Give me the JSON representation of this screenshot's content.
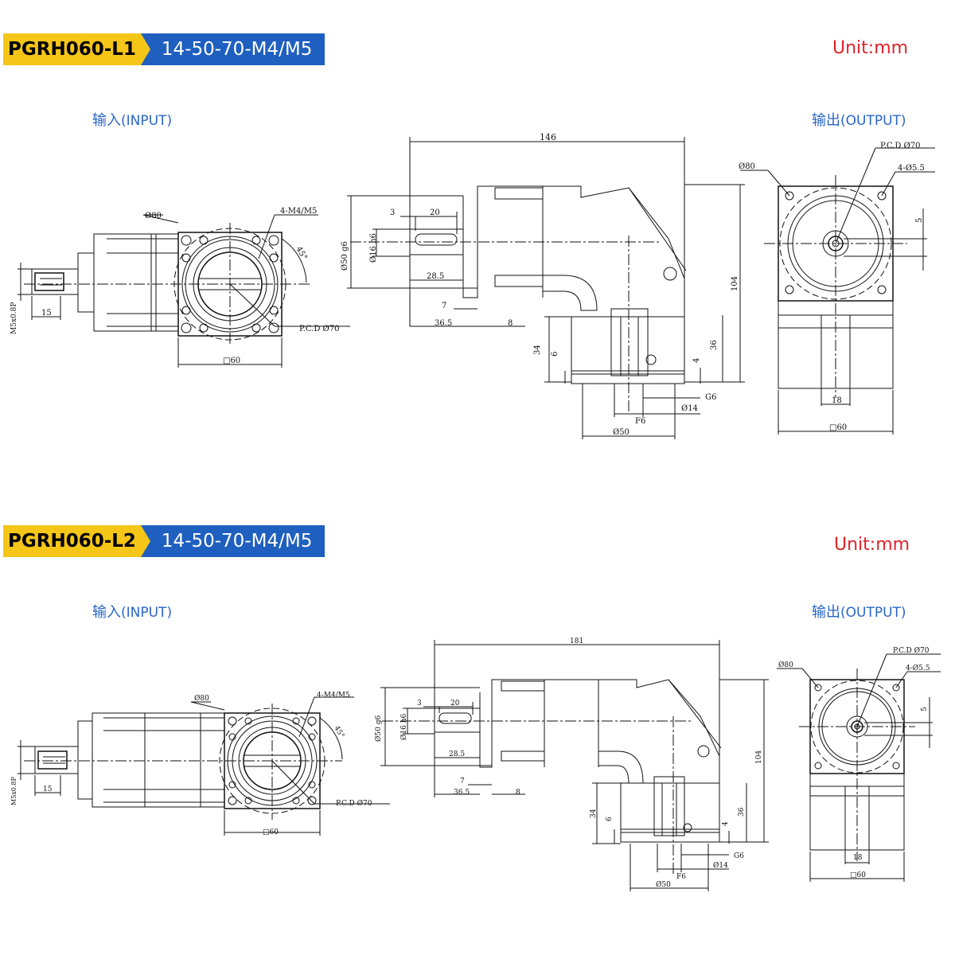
{
  "sections": [
    {
      "model": "PGRH060-L1",
      "spec": "14-50-70-M4/M5",
      "unit": "Unit:mm",
      "input_cn": "输入",
      "input_en": "(INPUT)",
      "output_cn": "输出",
      "output_en": "(OUTPUT)",
      "input_view": {
        "dia80": "Ø80",
        "screws": "4-M4/M5",
        "angle": "45°",
        "pcd": "P.C.D Ø70",
        "square": "□60",
        "len15": "15",
        "thread": "M5x0.8P"
      },
      "side_view": {
        "total": "146",
        "d3": "3",
        "d20": "20",
        "shaft": "Ø16 h6",
        "pilot": "Ø50 g6",
        "d285": "28.5",
        "d7": "7",
        "d365": "36.5",
        "d8": "8",
        "h104": "104",
        "h34": "34",
        "h6": "6",
        "h36": "36",
        "h4": "4",
        "g6": "G6",
        "bore": "Ø14",
        "f6": "F6",
        "d50": "Ø50"
      },
      "output_view": {
        "dia80": "Ø80",
        "pcd": "P.C.D Ø70",
        "holes": "4-Ø5.5",
        "d5": "5",
        "d18": "18",
        "square": "□60"
      }
    },
    {
      "model": "PGRH060-L2",
      "spec": "14-50-70-M4/M5",
      "unit": "Unit:mm",
      "input_cn": "输入",
      "input_en": "(INPUT)",
      "output_cn": "输出",
      "output_en": "(OUTPUT)",
      "input_view": {
        "dia80": "Ø80",
        "screws": "4-M4/M5",
        "angle": "45°",
        "pcd": "P.C.D Ø70",
        "square": "□60",
        "len15": "15",
        "thread": "M5x0.8P"
      },
      "side_view": {
        "total": "181",
        "d3": "3",
        "d20": "20",
        "shaft": "Ø16 h6",
        "pilot": "Ø50 g6",
        "d285": "28.5",
        "d7": "7",
        "d365": "36.5",
        "d8": "8",
        "h104": "104",
        "h34": "34",
        "h6": "6",
        "h36": "36",
        "h4": "4",
        "g6": "G6",
        "bore": "Ø14",
        "f6": "F6",
        "d50": "Ø50"
      },
      "output_view": {
        "dia80": "Ø80",
        "pcd": "P.C.D Ø70",
        "holes": "4-Ø5.5",
        "d5": "5",
        "d18": "18",
        "square": "□60"
      }
    }
  ]
}
